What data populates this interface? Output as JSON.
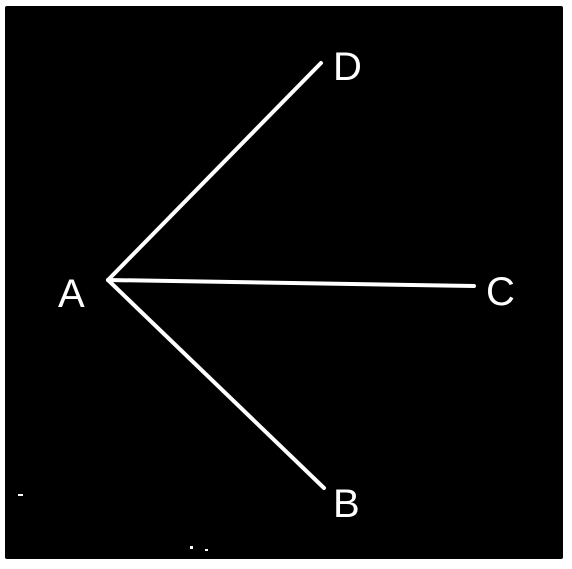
{
  "diagram": {
    "vertex": {
      "label": "A"
    },
    "rays": [
      {
        "label": "D"
      },
      {
        "label": "C"
      },
      {
        "label": "B"
      }
    ],
    "colors": {
      "background": "#000000",
      "foreground": "#ffffff",
      "border": "#ffffff"
    }
  }
}
